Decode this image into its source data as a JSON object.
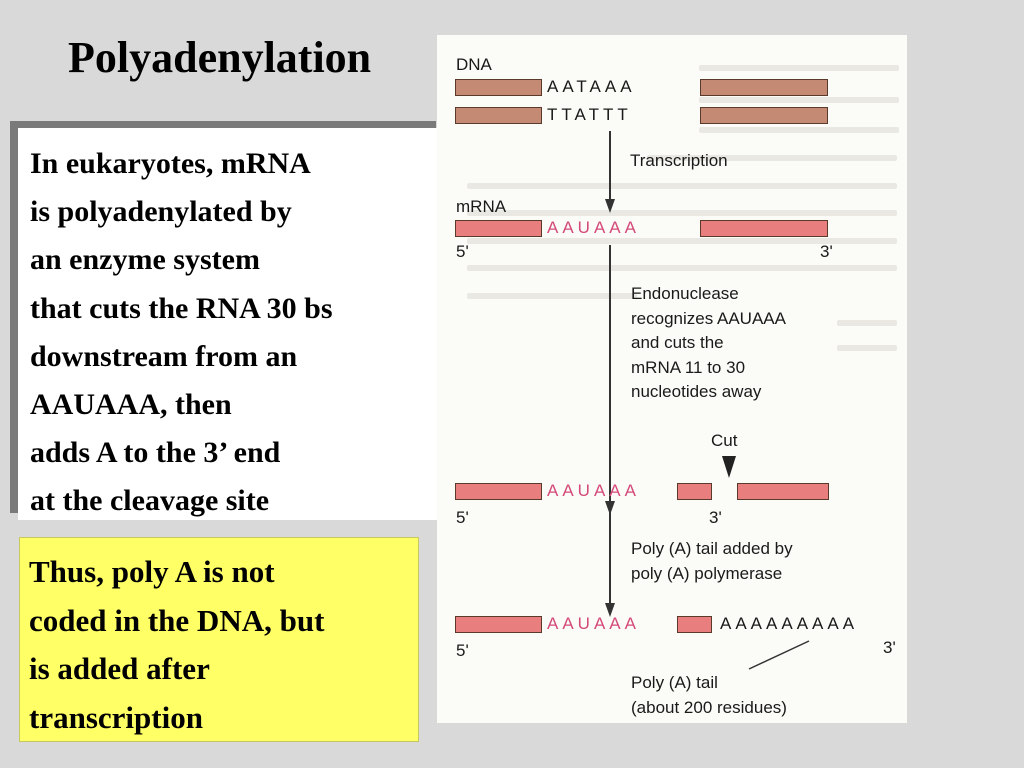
{
  "slide": {
    "title": "Polyadenylation",
    "main_lines": [
      "In eukaryotes, mRNA",
      "is polyadenylated by",
      "an enzyme system",
      "that cuts the RNA 30 bs",
      "downstream from an",
      "AAUAAA, then",
      "adds A to the 3’ end",
      "at the cleavage site"
    ],
    "note_lines": [
      "Thus, poly A is not",
      "coded in the DNA, but",
      "is added after",
      "transcription"
    ]
  },
  "figure": {
    "dna_label": "DNA",
    "dna_top_seq": "AATAAA",
    "dna_bottom_seq": "TTATTT",
    "transcription_label": "Transcription",
    "mrna_label": "mRNA",
    "signal_seq": "AAUAAA",
    "five_prime": "5'",
    "three_prime": "3'",
    "endonuclease_lines": [
      "Endonuclease",
      "recognizes AAUAAA",
      "and cuts the",
      "mRNA 11 to 30",
      "nucleotides away"
    ],
    "cut_label": "Cut",
    "polya_added_lines": [
      "Poly (A) tail added by",
      "poly (A) polymerase"
    ],
    "poly_a_seq": "AAAAAAAAA",
    "tail_label_lines": [
      "Poly (A) tail",
      "(about 200 residues)"
    ]
  },
  "colors": {
    "background": "#d9d9d9",
    "note_background": "#ffff66",
    "dna_bar": "#c58a74",
    "rna_bar": "#e87f7e",
    "signal_text": "#d44a7a"
  }
}
